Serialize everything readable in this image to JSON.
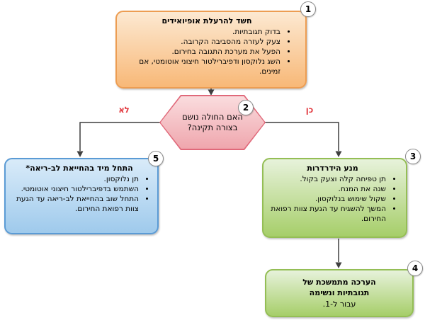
{
  "diagram": {
    "type": "flowchart",
    "language_direction": "rtl",
    "step1": {
      "number": "1",
      "title": "חשד להרעלת אופיואידים",
      "bullets": [
        "בדוק תגובתיות.",
        "צעק לעזרה מהסביבה הקרובה.",
        "הפעל את מערכת התגובה בחירום.",
        "השג נלוקסון ודפיברילטור חיצוני אוטומטי, אם זמינים."
      ]
    },
    "decision": {
      "number": "2",
      "question_line1": "האם החולה נושם",
      "question_line2": "בצורה תקינה?"
    },
    "branch_no": "לא",
    "branch_yes": "כן",
    "step3": {
      "number": "3",
      "title": "מנע הידרדרות",
      "bullets": [
        "תן טפיחה קלה וצעק בקול.",
        "שנה את המנח.",
        "שקול שימוש בנלוקסון.",
        "המשך להשגיח עד הגעת צוות רפואת החירום."
      ]
    },
    "step4": {
      "number": "4",
      "line1": "הערכה מתמשכת של",
      "line2": "תגובתיות ונשימה",
      "line3": "עבור ל-1."
    },
    "step5": {
      "number": "5",
      "title": "התחל מיד בהחייאת לב-ריאה*",
      "bullets": [
        "תן נלוקסון.",
        "השתמש בדפיברילטור חיצוני אוטומטי.",
        "התחל שוב בהחייאת לב-ריאה עד הגעת צוות רפואת החירום."
      ]
    },
    "colors": {
      "step1_fill_top": "#FCE9D2",
      "step1_fill_bottom": "#F8B877",
      "step1_border": "#ED9D52",
      "decision_fill_top": "#FADCDE",
      "decision_fill_bottom": "#EFA6AD",
      "decision_border": "#E0697A",
      "step5_fill_top": "#D9EBF9",
      "step5_fill_bottom": "#9FCAEC",
      "step5_border": "#5B9BD5",
      "green_fill_top": "#E7F2DB",
      "green_fill_bottom": "#A6CE69",
      "green_border": "#94BE55",
      "branch_label": "#E2383E",
      "connector": "#3F3F3F"
    }
  }
}
